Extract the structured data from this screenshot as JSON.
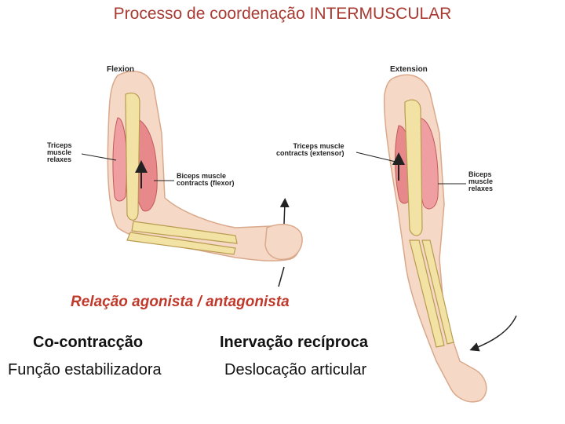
{
  "title": "Processo de coordenação INTERMUSCULAR",
  "flexion": {
    "heading": "Flexion",
    "triceps_label": "Triceps\nmuscle\nrelaxes",
    "biceps_label": "Biceps muscle\ncontracts (flexor)"
  },
  "extension": {
    "heading": "Extension",
    "triceps_label": "Triceps muscle\ncontracts (extensor)",
    "biceps_label": "Biceps\nmuscle\nrelaxes"
  },
  "relation_heading": "Relação agonista / antagonista",
  "left_term": "Co-contracção",
  "left_desc": "Função estabilizadora",
  "right_term": "Inervação recíproca",
  "right_desc": "Deslocação articular",
  "colors": {
    "title": "#a83a32",
    "relation": "#c0392b",
    "skin": "#f6d8c6",
    "bone": "#f2e3a4",
    "muscle": "#e7888a"
  }
}
